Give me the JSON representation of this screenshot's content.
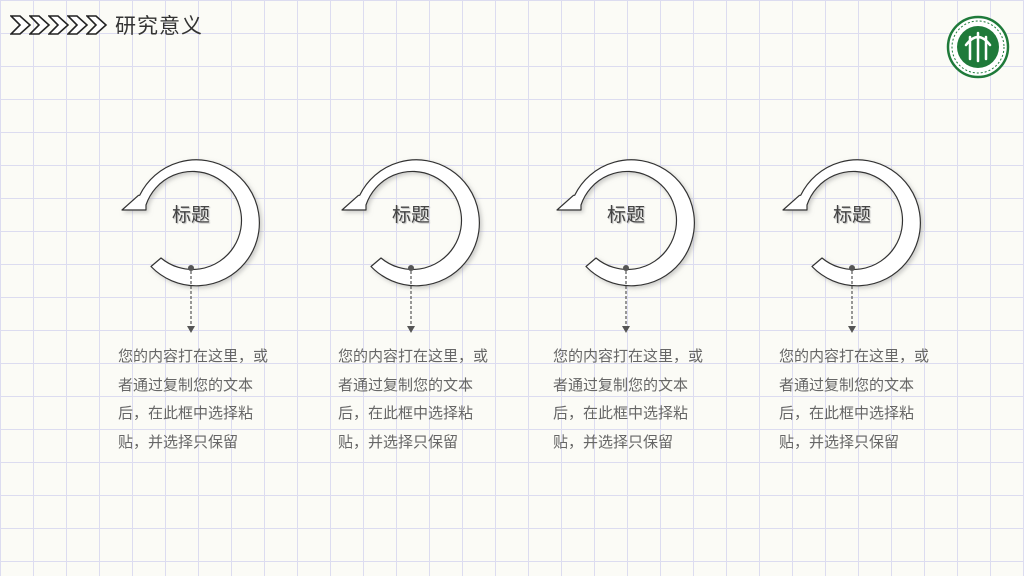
{
  "header": {
    "title": "研究意义"
  },
  "logo": {
    "name": "university-seal"
  },
  "steps": [
    {
      "title": "标题",
      "description": "您的内容打在这里，或者通过复制您的文本后，在此框中选择粘贴，并选择只保留"
    },
    {
      "title": "标题",
      "description": "您的内容打在这里，或者通过复制您的文本后，在此框中选择粘贴，并选择只保留"
    },
    {
      "title": "标题",
      "description": "您的内容打在这里，或者通过复制您的文本后，在此框中选择粘贴，并选择只保留"
    },
    {
      "title": "标题",
      "description": "您的内容打在这里，或者通过复制您的文本后，在此框中选择粘贴，并选择只保留"
    }
  ],
  "colors": {
    "logo_green": "#1f7a3a",
    "grid": "#dcdcf0",
    "background": "#fbfbf6"
  }
}
